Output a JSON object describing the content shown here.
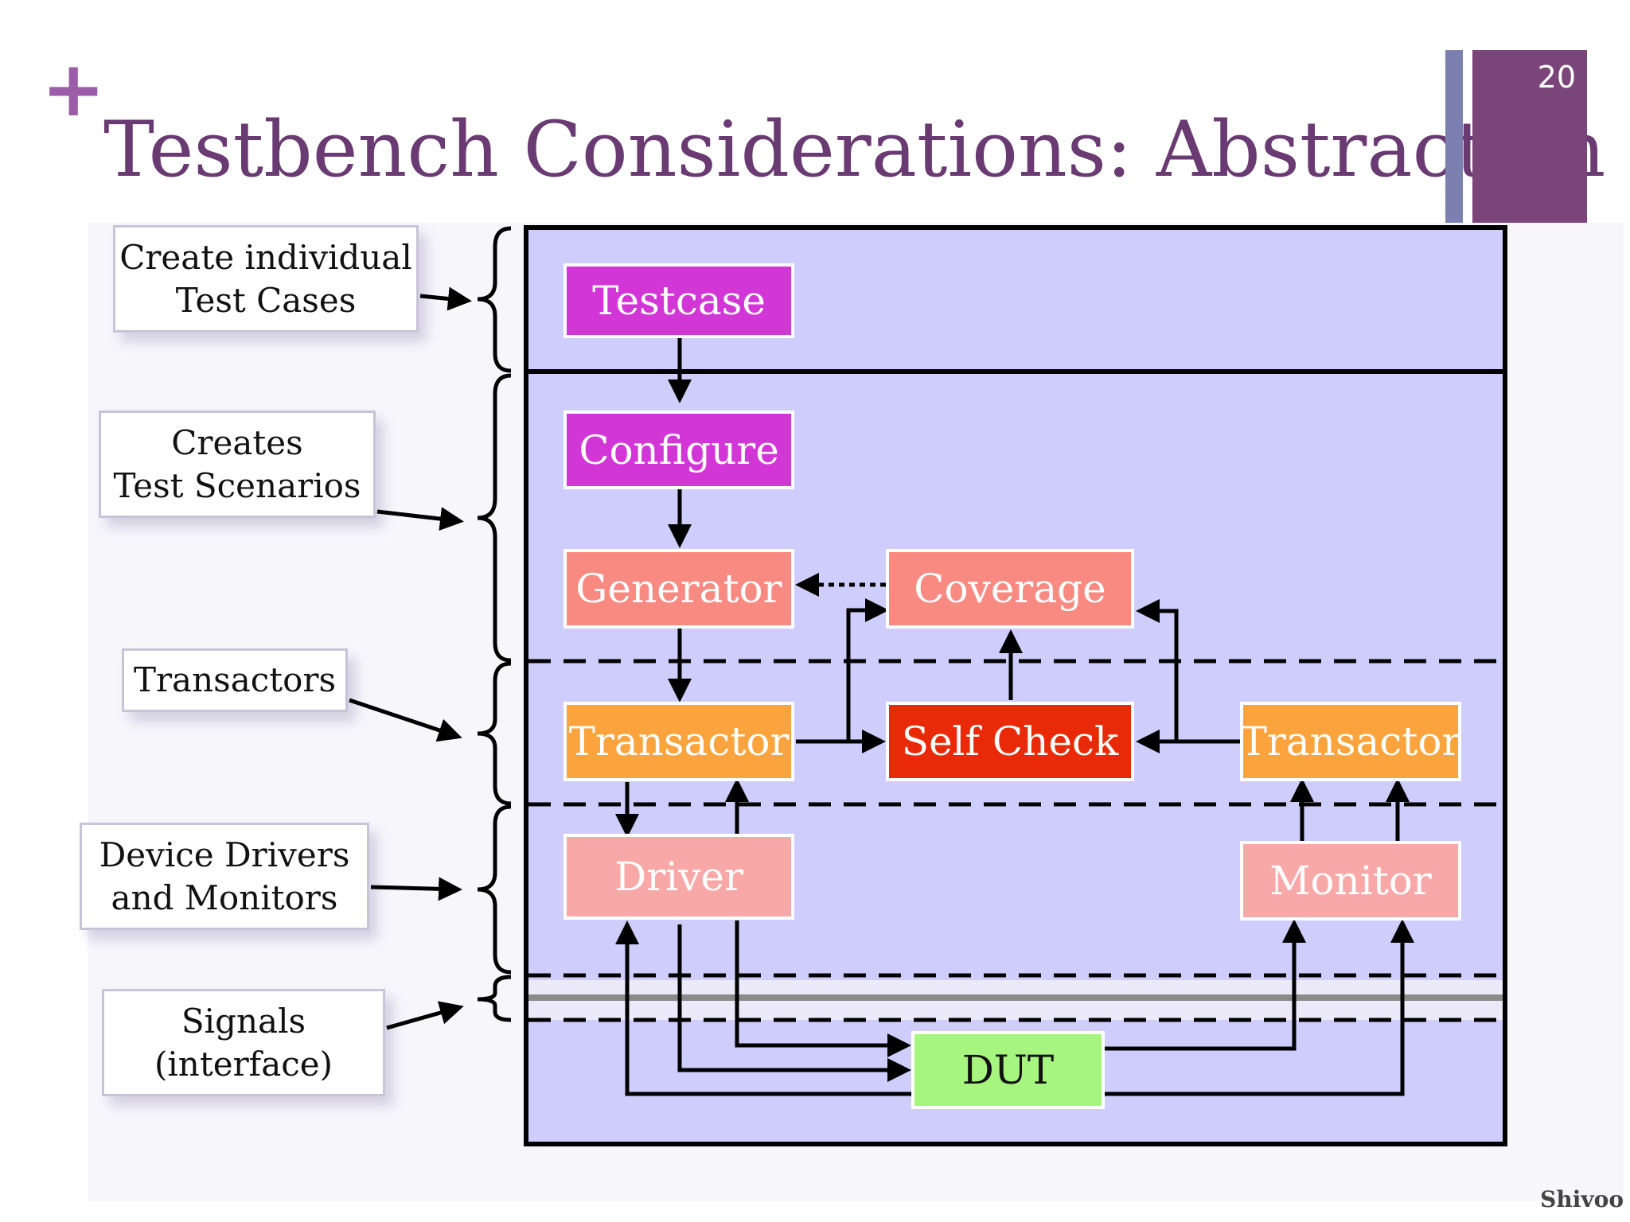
{
  "slide": {
    "plus": "+",
    "title": "Testbench Considerations: Abstraction",
    "page_number": "20",
    "credit": "Shivoo"
  },
  "labels": {
    "test_cases": [
      "Create individual",
      "Test Cases"
    ],
    "scenarios": [
      "Creates",
      "Test Scenarios"
    ],
    "transactors": [
      "Transactors"
    ],
    "drivers": [
      "Device Drivers",
      "and Monitors"
    ],
    "signals": [
      "Signals",
      "(interface)"
    ]
  },
  "boxes": {
    "testcase": "Testcase",
    "configure": "Configure",
    "generator": "Generator",
    "coverage": "Coverage",
    "transactor_left": "Transactor",
    "self_check": "Self Check",
    "transactor_right": "Transactor",
    "driver": "Driver",
    "monitor": "Monitor",
    "dut": "DUT"
  },
  "colors": {
    "title": "#6a3a72",
    "layer_background": "#cfcdfb",
    "magenta": "#d336d6",
    "salmon": "#f98a82",
    "orange": "#fba33d",
    "red": "#e82a08",
    "pink": "#f9a8a8",
    "green": "#a6f57e"
  }
}
